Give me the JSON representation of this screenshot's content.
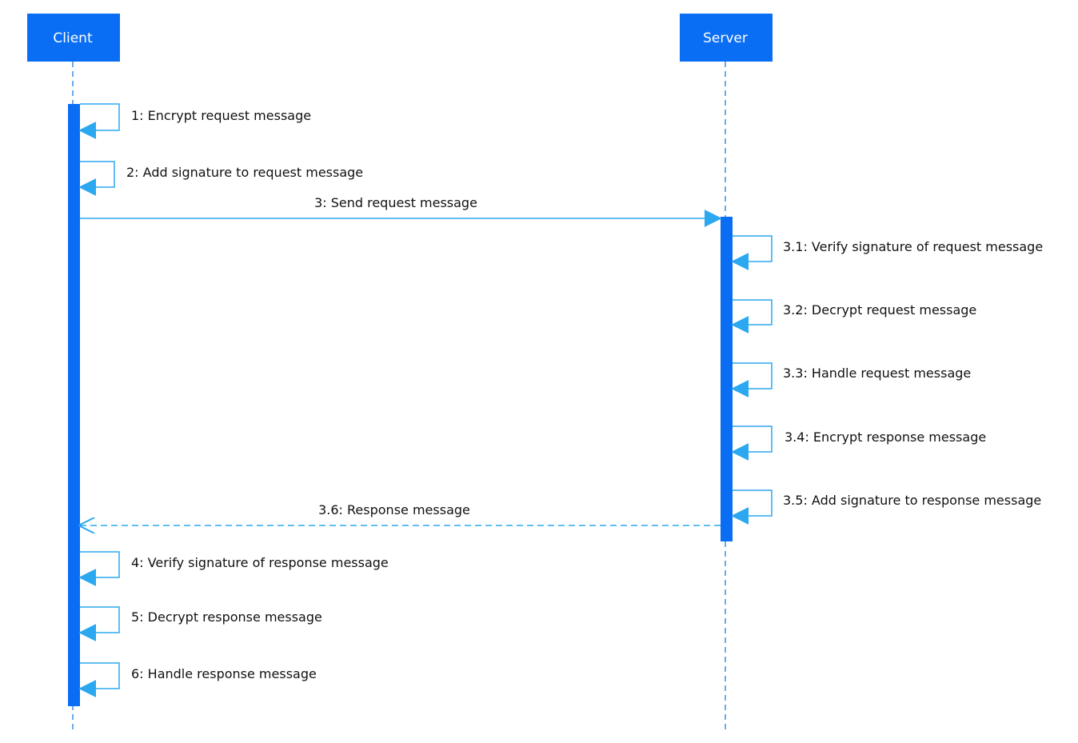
{
  "actors": [
    {
      "id": "client",
      "label": "Client"
    },
    {
      "id": "server",
      "label": "Server"
    }
  ],
  "messages": [
    {
      "id": "m1",
      "label": "1: Encrypt request message",
      "from": "client",
      "to": "client",
      "kind": "self"
    },
    {
      "id": "m2",
      "label": "2: Add signature to request message",
      "from": "client",
      "to": "client",
      "kind": "self"
    },
    {
      "id": "m3",
      "label": "3: Send request message",
      "from": "client",
      "to": "server",
      "kind": "sync"
    },
    {
      "id": "m31",
      "label": "3.1: Verify signature of request message",
      "from": "server",
      "to": "server",
      "kind": "self"
    },
    {
      "id": "m32",
      "label": "3.2: Decrypt request message",
      "from": "server",
      "to": "server",
      "kind": "self"
    },
    {
      "id": "m33",
      "label": "3.3: Handle request message",
      "from": "server",
      "to": "server",
      "kind": "self"
    },
    {
      "id": "m34",
      "label": "3.4: Encrypt response message",
      "from": "server",
      "to": "server",
      "kind": "self"
    },
    {
      "id": "m35",
      "label": "3.5: Add signature to response message",
      "from": "server",
      "to": "server",
      "kind": "self"
    },
    {
      "id": "m36",
      "label": "3.6: Response message",
      "from": "server",
      "to": "client",
      "kind": "return"
    },
    {
      "id": "m4",
      "label": "4: Verify signature of response message",
      "from": "client",
      "to": "client",
      "kind": "self"
    },
    {
      "id": "m5",
      "label": "5: Decrypt response message",
      "from": "client",
      "to": "client",
      "kind": "self"
    },
    {
      "id": "m6",
      "label": "6: Handle response message",
      "from": "client",
      "to": "client",
      "kind": "self"
    }
  ],
  "colors": {
    "actor_fill": "#0a6ef5",
    "activation": "#0a6ef5",
    "lifeline": "#3d8fe0",
    "arrow": "#2ba8ef",
    "text": "#111111"
  }
}
